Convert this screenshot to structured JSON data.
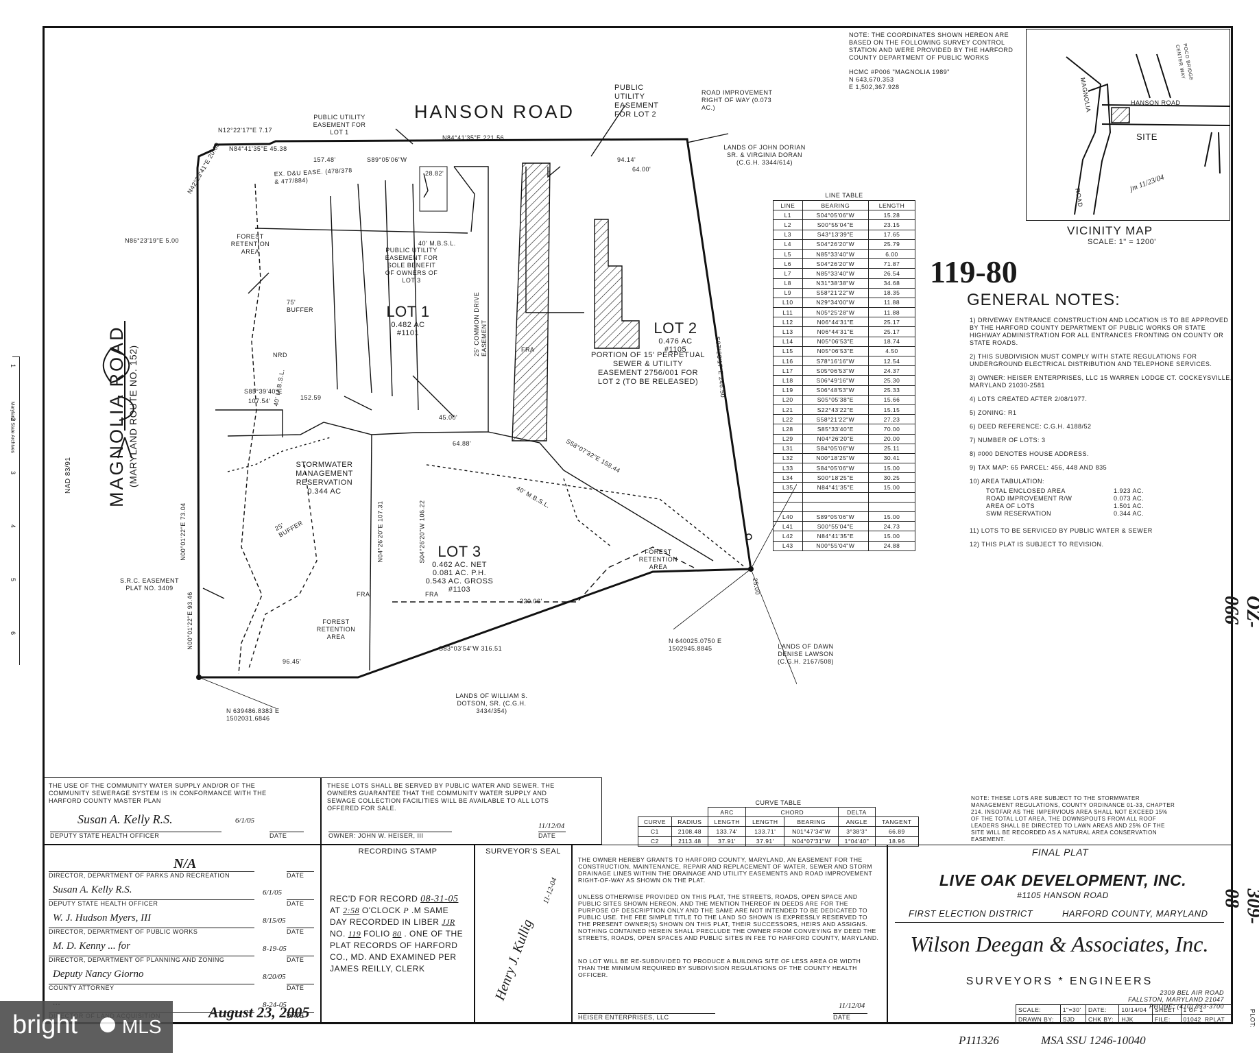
{
  "plat_number": "119-80",
  "side_marks": {
    "top": "OZ-066",
    "bottom": "309-08",
    "plot": "PLOT:"
  },
  "archive_label": "Maryland State Archives",
  "ruler_numbers": [
    "1",
    "2",
    "3",
    "4",
    "5",
    "6"
  ],
  "nad": "NAD 83/91",
  "coordinate_note": "NOTE: THE COORDINATES SHOWN HEREON ARE BASED ON THE FOLLOWING SURVEY CONTROL STATION AND WERE PROVIDED BY THE HARFORD COUNTY DEPARTMENT OF PUBLIC WORKS",
  "control_station": {
    "name": "HCMC #P006 \"MAGNOLIA 1989\"",
    "n": "N 643,670.353",
    "e": "E 1,502,367.928"
  },
  "vicinity_map": {
    "title": "VICINITY MAP",
    "scale": "SCALE: 1\" = 1200'",
    "road1": "MAGNOLIA",
    "road2": "POCO BRIDGE CENTER WAY",
    "road3": "HANSON ROAD",
    "road4": "ROAD",
    "site": "SITE",
    "initials": "jm 11/23/04"
  },
  "roads": {
    "hanson": "HANSON ROAD",
    "magnolia": "MAGNOLIA ROAD",
    "magnolia_sub": "(MARYLAND ROUTE No. 152)"
  },
  "lots": [
    {
      "name": "LOT 1",
      "area": "0.482 AC",
      "address": "#1101"
    },
    {
      "name": "LOT 2",
      "area": "0.476 AC",
      "address": "#1105"
    },
    {
      "name": "LOT 3",
      "area": "0.462 AC. NET",
      "ph": "0.081 AC. P.H.",
      "gross": "0.543 AC. GROSS",
      "address": "#1103"
    }
  ],
  "plan_labels": {
    "pue_lot1": "PUBLIC UTILITY EASEMENT FOR LOT 1",
    "pue_lot2": "PUBLIC UTILITY EASEMENT FOR LOT 2",
    "road_improvement": "ROAD IMPROVEMENT RIGHT OF WAY (0.073 AC.)",
    "lands_doran": "LANDS OF JOHN DORIAN Sr. & VIRGINIA DORAN (C.G.H. 3344/614)",
    "forest_ret_1": "FOREST RETENTION AREA",
    "forest_ret_2": "FOREST RETENTION AREA",
    "forest_ret_3": "FOREST RETENTION AREA",
    "pue_lot3": "PUBLIC UTILITY EASEMENT FOR SOLE BENEFIT OF OWNERS OF LOT 3",
    "buffer75": "75' BUFFER",
    "buffer25": "25' BUFFER",
    "mbsl40": "40' M.B.S.L.",
    "mbsl40b": "40' M.B.S.L.",
    "mbsl40c": "40' M.B.S.L.",
    "ex_dau": "EX. D&U EASE. (478/378 & 477/884)",
    "portion": "PORTION of 15' PERPETUAL SEWER & UTILITY EASEMENT 2756/001 FOR LOT 2 (TO BE RELEASED)",
    "swm": "STORMWATER MANAGEMENT RESERVATION 0.344 AC",
    "src": "S.R.C. EASEMENT PLAT NO. 3409",
    "common_drive": "25' COMMON DRIVE EASEMENT",
    "nrd": "NRD",
    "lands_lawson": "LANDS OF DAWN DENISE LAWSON (C.G.H. 2167/508)",
    "lands_dotson": "LANDS OF WILLIAM S. DOTSON, Sr. (C.G.H. 3434/354)",
    "coord_se": "N 640025.0750 E 1502945.8845",
    "coord_sw": "N 639486.8383 E 1502031.6846",
    "fra": "FRA"
  },
  "bearings": {
    "b1": "N12°22'17\"E 7.17",
    "b2": "N84°41'35\"E 45.38",
    "b3": "N42°23'41\"E 20.00",
    "b4": "N84°41'35\"E 221.56",
    "b5": "157.48'",
    "b6": "S89°05'06\"W",
    "b7": "28.82'",
    "b8": "94.14'",
    "b9": "64.00'",
    "b10": "N86°23'19\"E 5.00",
    "b11": "S85°39'40\"E",
    "b12": "107.54'",
    "b13": "152.59",
    "b14": "45.00'",
    "b15": "64.88'",
    "b16": "S58°07'32\"E 158.44",
    "b17": "S07°23'17\"E 246.50",
    "b18": "25.00",
    "b19": "220.06'",
    "b20": "S83°03'54\"W 316.51",
    "b21": "96.45'",
    "b22": "N00°01'22\"E 93.46",
    "b23": "N00°01'22\"E 73.04",
    "b24": "S04°26'20\"W 106.22",
    "b25": "N04°26'20\"E 107.31"
  },
  "line_table": {
    "title": "LINE TABLE",
    "headers": [
      "LINE",
      "BEARING",
      "LENGTH"
    ],
    "rows": [
      [
        "L1",
        "S04°05'06\"W",
        "15.28"
      ],
      [
        "L2",
        "S00°55'04\"E",
        "23.15"
      ],
      [
        "L3",
        "S43°13'39\"E",
        "17.65"
      ],
      [
        "L4",
        "S04°26'20\"W",
        "25.79"
      ],
      [
        "L5",
        "N85°33'40\"W",
        "6.00"
      ],
      [
        "L6",
        "S04°26'20\"W",
        "71.87"
      ],
      [
        "L7",
        "N85°33'40\"W",
        "26.54"
      ],
      [
        "L8",
        "N31°38'38\"W",
        "34.68"
      ],
      [
        "L9",
        "S58°21'22\"W",
        "18.35"
      ],
      [
        "L10",
        "N29°34'00\"W",
        "11.88"
      ],
      [
        "L11",
        "N05°25'28\"W",
        "11.88"
      ],
      [
        "L12",
        "N06°44'31\"E",
        "25.17"
      ],
      [
        "L13",
        "N06°44'31\"E",
        "25.17"
      ],
      [
        "L14",
        "N05°06'53\"E",
        "18.74"
      ],
      [
        "L15",
        "N05°06'53\"E",
        "4.50"
      ],
      [
        "L16",
        "S78°16'16\"W",
        "12.54"
      ],
      [
        "L17",
        "S05°06'53\"W",
        "24.37"
      ],
      [
        "L18",
        "S06°49'16\"W",
        "25.30"
      ],
      [
        "L19",
        "S06°48'53\"W",
        "25.33"
      ],
      [
        "L20",
        "S05°05'38\"E",
        "15.66"
      ],
      [
        "L21",
        "S22°43'22\"E",
        "15.15"
      ],
      [
        "L22",
        "S58°21'22\"W",
        "27.23"
      ],
      [
        "L28",
        "S85°33'40\"E",
        "70.00"
      ],
      [
        "L29",
        "N04°26'20\"E",
        "20.00"
      ],
      [
        "L31",
        "S84°05'06\"W",
        "25.11"
      ],
      [
        "L32",
        "N00°18'25\"W",
        "30.41"
      ],
      [
        "L33",
        "S84°05'06\"W",
        "15.00"
      ],
      [
        "L34",
        "S00°18'25\"E",
        "30.25"
      ],
      [
        "L35",
        "N84°41'35\"E",
        "15.00"
      ],
      [
        "",
        "",
        ""
      ],
      [
        "",
        "",
        ""
      ],
      [
        "L40",
        "S89°05'06\"W",
        "15.00"
      ],
      [
        "L41",
        "S00°55'04\"E",
        "24.73"
      ],
      [
        "L42",
        "N84°41'35\"E",
        "15.00"
      ],
      [
        "L43",
        "N00°55'04\"W",
        "24.88"
      ]
    ]
  },
  "general_notes": {
    "title": "GENERAL NOTES:",
    "items": [
      "1) DRIVEWAY ENTRANCE CONSTRUCTION AND LOCATION IS TO BE APPROVED BY THE HARFORD COUNTY DEPARTMENT OF PUBLIC WORKS OR STATE HIGHWAY ADMINISTRATION FOR ALL ENTRANCES FRONTING ON COUNTY OR STATE ROADS.",
      "2) THIS SUBDIVISION MUST COMPLY WITH STATE REGULATIONS FOR UNDERGROUND ELECTRICAL DISTRIBUTION AND TELEPHONE SERVICES.",
      "3) OWNER: HEISER ENTERPRISES, LLC 15 WARREN LODGE CT. COCKEYSVILLE, MARYLAND 21030-2581",
      "4) LOTS CREATED AFTER 2/08/1977.",
      "5) ZONING: R1",
      "6) DEED REFERENCE: C.G.H. 4188/52",
      "7) NUMBER OF LOTS: 3",
      "8) #000 DENOTES HOUSE ADDRESS.",
      "9) TAX MAP: 65 PARCEL: 456, 448 AND 835",
      "10) AREA TABULATION:"
    ],
    "area_tab": [
      [
        "TOTAL ENCLOSED AREA",
        "1.923 AC."
      ],
      [
        "ROAD IMPROVEMENT R/W",
        "0.073 AC."
      ],
      [
        "AREA OF LOTS",
        "1.501 AC."
      ],
      [
        "SWM RESERVATION",
        "0.344 AC."
      ]
    ],
    "items2": [
      "11) LOTS TO BE SERVICED BY PUBLIC WATER & SEWER",
      "12) THIS PLAT IS SUBJECT TO REVISION."
    ]
  },
  "curve_table": {
    "title": "CURVE TABLE",
    "group_headers": [
      "ARC",
      "CHORD",
      "DELTA"
    ],
    "headers": [
      "CURVE",
      "RADIUS",
      "LENGTH",
      "LENGTH",
      "BEARING",
      "ANGLE",
      "TANGENT"
    ],
    "rows": [
      [
        "C1",
        "2108.48",
        "133.74'",
        "133.71'",
        "N01°47'34\"W",
        "3°38'3\"",
        "66.89"
      ],
      [
        "C2",
        "2113.48",
        "37.91'",
        "37.91'",
        "N04°07'31\"W",
        "1°04'40\"",
        "18.96"
      ]
    ]
  },
  "swm_note": "NOTE: THESE LOTS ARE SUBJECT TO THE STORMWATER MANAGEMENT REGULATIONS, COUNTY ORDINANCE 01-33, CHAPTER 214. INSOFAR AS THE IMPERVIOUS AREA SHALL NOT EXCEED 15% OF THE TOTAL LOT AREA, THE DOWNSPOUTS FROM ALL ROOF LEADERS SHALL BE DIRECTED TO LAWN AREAS AND 25% OF THE SITE WILL BE RECORDED AS A NATURAL AREA CONSERVATION EASEMENT.",
  "cert_water": "THE USE OF THE COMMUNITY WATER SUPPLY AND/OR OF THE COMMUNITY SEWERAGE SYSTEM IS IN CONFORMANCE WITH THE HARFORD COUNTY MASTER PLAN",
  "cert_public": "THESE LOTS SHALL BE SERVED BY PUBLIC WATER AND SEWER. THE OWNERS GUARANTEE THAT THE COMMUNITY WATER SUPPLY AND SEWAGE COLLECTION FACILITIES WILL BE AVAILABLE TO ALL LOTS OFFERED FOR SALE.",
  "sig_health": {
    "title": "DEPUTY STATE HEALTH OFFICER",
    "date_label": "DATE",
    "signature": "Susan A. Kelly R.S.",
    "date": "6/1/05"
  },
  "sig_owner": {
    "title": "OWNER: JOHN W. HEISER, III",
    "date_label": "DATE",
    "date": "11/12/04"
  },
  "approvals": [
    {
      "title": "DIRECTOR, DEPARTMENT OF PARKS AND RECREATION",
      "value": "N/A",
      "date": ""
    },
    {
      "title": "DEPUTY STATE HEALTH OFFICER",
      "value": "Susan A. Kelly R.S.",
      "date": "6/1/05"
    },
    {
      "title": "DIRECTOR, DEPARTMENT OF PUBLIC WORKS",
      "value": "W. J. Hudson Myers, III",
      "date": "8/15/05"
    },
    {
      "title": "DIRECTOR, DEPARTMENT OF PLANNING AND ZONING",
      "value": "M. D. Kenny ... for",
      "date": "8-19-05"
    },
    {
      "title": "COUNTY ATTORNEY",
      "value": "Deputy Nancy Giorno",
      "date": "8/20/05"
    },
    {
      "title": "DIRECTOR OF LAND ACQUISITION",
      "value": "...",
      "date": "8-24-05"
    }
  ],
  "date_label": "DATE",
  "recording": {
    "title": "RECORDING STAMP",
    "text1": "REC'D FOR RECORD",
    "date": "08-31-05",
    "at": "AT",
    "time": "2:58",
    "oclock": "O'CLOCK",
    "pm": "P",
    "rest": ".M SAME DAY RECORDED IN LIBER",
    "liber": "JJR",
    "no": "NO.",
    "no_val": "119",
    "folio": "FOLIO",
    "folio_val": "80",
    "text2": ". ONE OF THE PLAT RECORDS OF HARFORD CO., MD. AND EXAMINED PER JAMES REILLY, CLERK",
    "hand_date": "August 23, 2005"
  },
  "surveyor_seal": {
    "title": "SURVEYOR'S SEAL",
    "signature": "Henry J. Kullig",
    "date": "11-12-04"
  },
  "grant": {
    "p1": "THE OWNER HEREBY GRANTS TO HARFORD COUNTY, MARYLAND, AN EASEMENT FOR THE CONSTRUCTION, MAINTENANCE, REPAIR AND REPLACEMENT OF WATER, SEWER AND STORM DRAINAGE LINES WITHIN THE DRAINAGE AND UTILITY EASEMENTS AND ROAD IMPROVEMENT RIGHT-OF-WAY AS SHOWN ON THE PLAT.",
    "p2": "UNLESS OTHERWISE PROVIDED ON THIS PLAT, THE STREETS, ROADS, OPEN SPACE AND PUBLIC SITES SHOWN HEREON, AND THE MENTION THEREOF IN DEEDS ARE FOR THE PURPOSE OF DESCRIPTION ONLY AND THE SAME ARE NOT INTENDED TO BE DEDICATED TO PUBLIC USE. THE FEE SIMPLE TITLE TO THE LAND SO SHOWN IS EXPRESSLY RESERVED TO THE PRESENT OWNER(S) SHOWN ON THIS PLAT, THEIR SUCCESSORS, HEIRS AND ASSIGNS. NOTHING CONTAINED HEREIN SHALL PRECLUDE THE OWNER FROM CONVEYING BY DEED THE STREETS, ROADS, OPEN SPACES AND PUBLIC SITES IN FEE TO HARFORD COUNTY, MARYLAND.",
    "p3": "NO LOT WILL BE RE-SUBDIVIDED TO PRODUCE A BUILDING SITE OF LESS AREA OR WIDTH THAN THE MINIMUM REQUIRED BY SUBDIVISION REGULATIONS OF THE COUNTY HEALTH OFFICER.",
    "sig_label": "HEISER ENTERPRISES, LLC",
    "sig_date": "11/12/04",
    "date_label": "DATE"
  },
  "title_block": {
    "final_plat": "FINAL PLAT",
    "name": "LIVE OAK DEVELOPMENT, INC.",
    "address": "#1105 HANSON ROAD",
    "district": "FIRST ELECTION DISTRICT",
    "county": "HARFORD COUNTY, MARYLAND",
    "firm": "Wilson Deegan & Associates, Inc.",
    "firm_sub": "SURVEYORS * ENGINEERS",
    "firm_addr1": "2309 Bel Air Road",
    "firm_addr2": "Fallston, Maryland 21047",
    "firm_phone": "PHONE: (410) 893-3700",
    "meta": [
      [
        "SCALE:",
        "1\"=30'",
        "DATE:",
        "10/14/04",
        "SHEET",
        "1 of 1"
      ],
      [
        "DRAWN BY:",
        "SJD",
        "CHK BY:",
        "HJK",
        "FILE:",
        "01042_RPLAT"
      ]
    ]
  },
  "footer_hand": {
    "left": "P111326",
    "right": "MSA SSU 1246-10040"
  },
  "watermark": {
    "bright": "bright",
    "mls": "MLS"
  }
}
